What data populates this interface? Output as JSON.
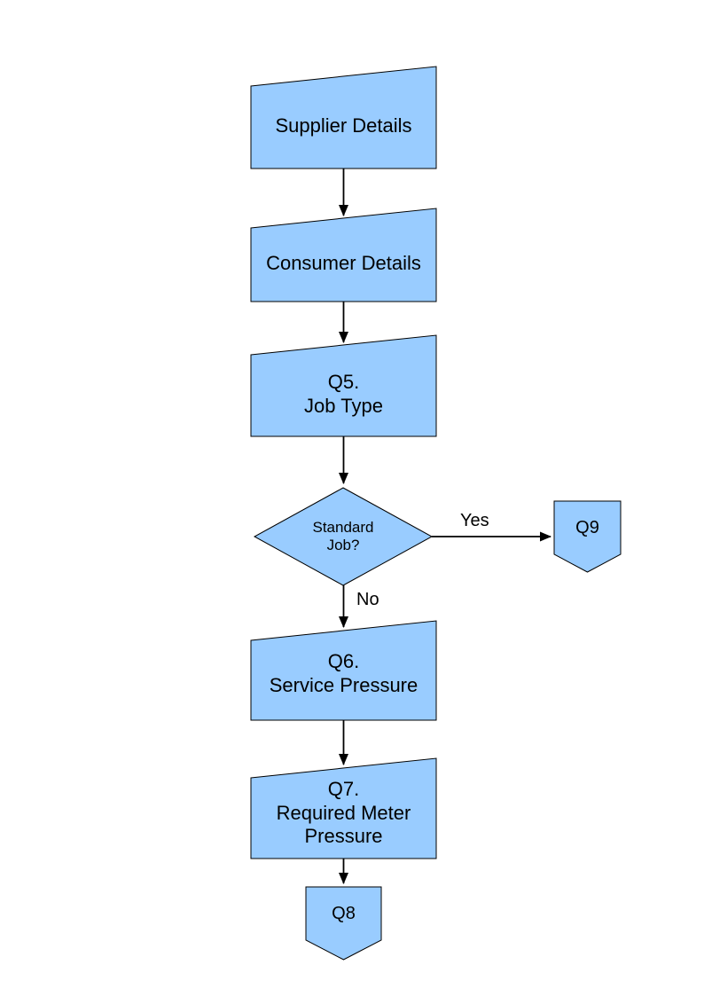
{
  "diagram": {
    "colors": {
      "node_fill": "#99CCFF",
      "node_stroke": "#000000",
      "edge_color": "#000000",
      "background": "#FFFFFF"
    },
    "nodes": [
      {
        "id": "supplier-details",
        "type": "manual-input",
        "label": "Supplier Details"
      },
      {
        "id": "consumer-details",
        "type": "manual-input",
        "label": "Consumer Details"
      },
      {
        "id": "q5-job-type",
        "type": "manual-input",
        "label": "Q5.\nJob Type"
      },
      {
        "id": "standard-job-decision",
        "type": "decision",
        "label": "Standard\nJob?"
      },
      {
        "id": "q9-connector",
        "type": "off-page-connector",
        "label": "Q9"
      },
      {
        "id": "q6-service-pressure",
        "type": "manual-input",
        "label": "Q6.\nService Pressure"
      },
      {
        "id": "q7-required-meter-pressure",
        "type": "manual-input",
        "label": "Q7.\nRequired Meter\nPressure"
      },
      {
        "id": "q8-connector",
        "type": "off-page-connector",
        "label": "Q8"
      }
    ],
    "edges": [
      {
        "from": "supplier-details",
        "to": "consumer-details",
        "label": ""
      },
      {
        "from": "consumer-details",
        "to": "q5-job-type",
        "label": ""
      },
      {
        "from": "q5-job-type",
        "to": "standard-job-decision",
        "label": ""
      },
      {
        "from": "standard-job-decision",
        "to": "q9-connector",
        "label": "Yes"
      },
      {
        "from": "standard-job-decision",
        "to": "q6-service-pressure",
        "label": "No"
      },
      {
        "from": "q6-service-pressure",
        "to": "q7-required-meter-pressure",
        "label": ""
      },
      {
        "from": "q7-required-meter-pressure",
        "to": "q8-connector",
        "label": ""
      }
    ]
  }
}
